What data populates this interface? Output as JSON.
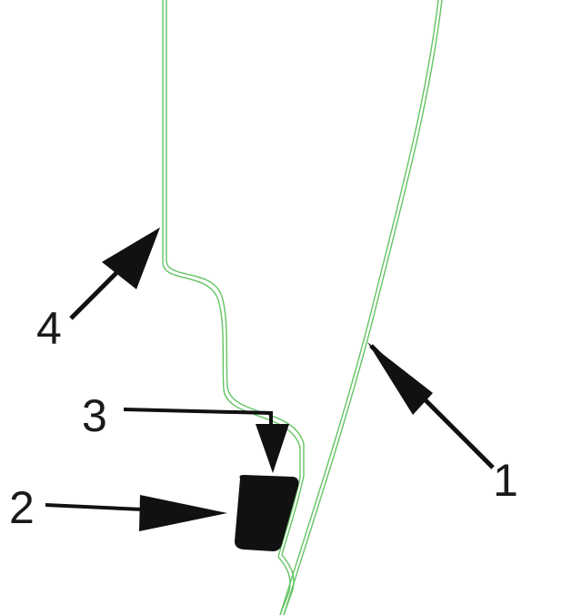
{
  "diagram": {
    "outline_color": "#63c463",
    "part_color": "#111111",
    "arrow_color": "#111111",
    "callouts": [
      {
        "label": "1",
        "target": "outer-edge"
      },
      {
        "label": "2",
        "target": "black-block"
      },
      {
        "label": "3",
        "target": "inner-contour-step"
      },
      {
        "label": "4",
        "target": "inner-contour-bend"
      }
    ]
  }
}
